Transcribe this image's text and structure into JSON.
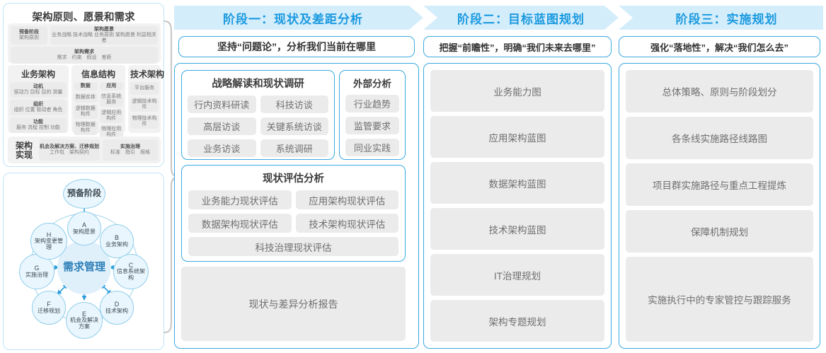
{
  "left_panel": {
    "togaf": {
      "title": "架构原则、愿景和需求",
      "row1": [
        {
          "head": "预备阶段",
          "sub": "架构原则"
        },
        {
          "head": "架构愿景",
          "sub": "业务战略 技术战略 业务原则 架构愿景 利益相关者"
        }
      ],
      "row2": {
        "head": "架构需求",
        "sub": "需求　约束　假设　差距"
      },
      "columns": [
        {
          "title": "业务架构",
          "cells": [
            {
              "head": "动机",
              "sub": "驱动力 目标 目的 测量"
            },
            {
              "head": "组织",
              "sub": "组织 位置 驱动者 角色"
            },
            {
              "head": "功能",
              "sub": "服务 流程 控制 功能"
            }
          ]
        },
        {
          "title": "信息结构",
          "sub_columns": [
            {
              "head": "数据",
              "cells": [
                "数据实体",
                "逻辑数据构件",
                "物理数据构件"
              ]
            },
            {
              "head": "应用",
              "cells": [
                "信息系统服务",
                "逻辑应用构件",
                "物理应用构件"
              ]
            }
          ]
        },
        {
          "title": "技术架构",
          "cells_plain": [
            "平台服务",
            "逻辑技术构件",
            "物理技术构件"
          ]
        }
      ],
      "bottom": {
        "label": "架构实现",
        "cells": [
          {
            "head": "机会及解决方案、迁移规划",
            "sub": "工作包　架构契约"
          },
          {
            "head": "实施治理",
            "sub": "标准　指引　规格"
          }
        ]
      }
    },
    "adm": {
      "prep": "预备阶段",
      "center": "需求管理",
      "nodes": [
        {
          "letter": "A",
          "label": "架构愿景"
        },
        {
          "letter": "B",
          "label": "业务架构"
        },
        {
          "letter": "C",
          "label": "信息系统架构"
        },
        {
          "letter": "D",
          "label": "技术架构"
        },
        {
          "letter": "E",
          "label": "机会及解决方案"
        },
        {
          "letter": "F",
          "label": "迁移规划"
        },
        {
          "letter": "G",
          "label": "实施治理"
        },
        {
          "letter": "H",
          "label": "架构变更管理"
        }
      ]
    }
  },
  "phases": [
    {
      "header": "阶段一：现状及差距分析",
      "slogan": "坚持“问题论”，分析我们当前在哪里",
      "groups": [
        {
          "title": "战略解读和现状调研",
          "items": [
            "行内资料研读",
            "科技访谈",
            "高层访谈",
            "关键系统访谈",
            "业务访谈",
            "系统调研"
          ]
        },
        {
          "title": "外部分析",
          "items": [
            "行业趋势",
            "监管要求",
            "同业实践"
          ]
        },
        {
          "title": "现状评估分析",
          "items": [
            "业务能力现状评估",
            "应用架构现状评估",
            "数据架构现状评估",
            "技术架构现状评估",
            "科技治理现状评估"
          ]
        }
      ],
      "report": "现状与差异分析报告"
    },
    {
      "header": "阶段二：目标蓝图规划",
      "slogan": "把握“前瞻性”，明确“我们未来去哪里”",
      "items": [
        "业务能力图",
        "应用架构蓝图",
        "数据架构蓝图",
        "技术架构蓝图",
        "IT治理规划",
        "架构专题规划"
      ]
    },
    {
      "header": "阶段三：实施规划",
      "slogan": "强化“落地性”，解决“我们怎么去”",
      "items": [
        "总体策略、原则与阶段划分",
        "各条线实施路径线路图",
        "项目群实施路径与重点工程提炼",
        "保障机制规划",
        "实施执行中的专家管控与跟踪服务"
      ]
    }
  ],
  "colors": {
    "accent": "#1b9ae0",
    "band": "#d4edfb",
    "panel_border": "#3aa9e0",
    "chip": "#ebebeb"
  }
}
